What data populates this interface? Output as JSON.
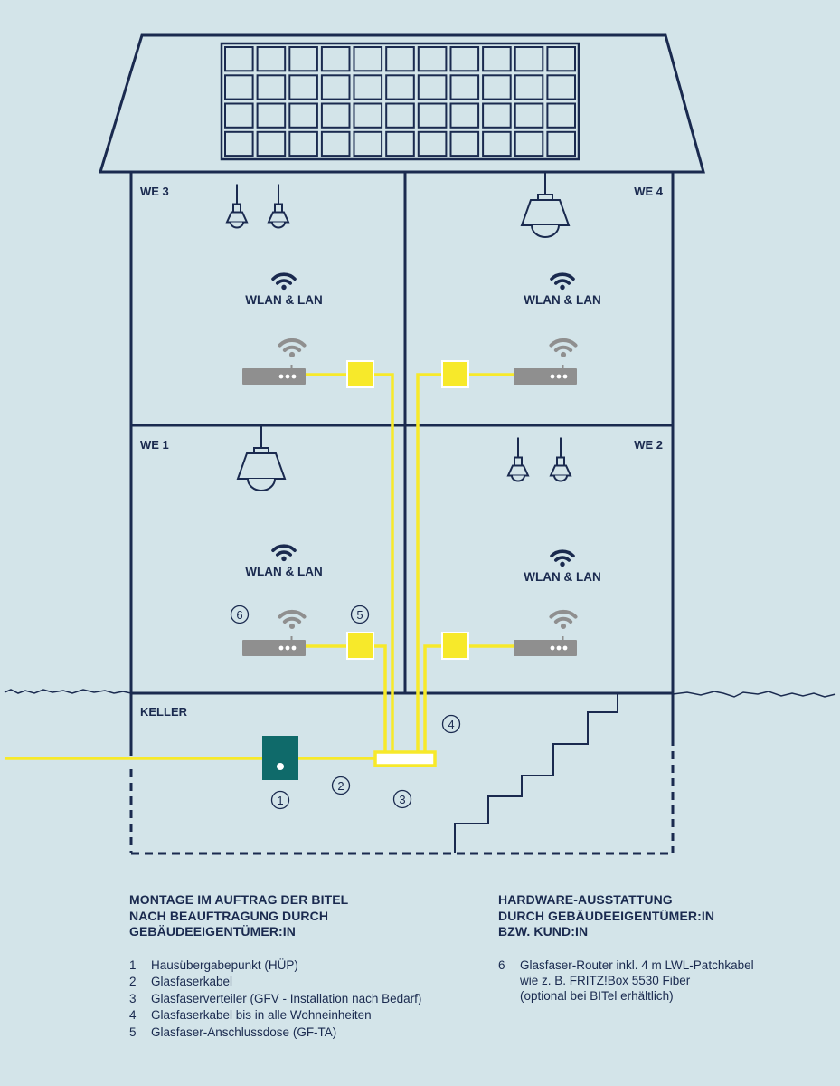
{
  "units": {
    "we3": "WE 3",
    "we4": "WE 4",
    "we1": "WE 1",
    "we2": "WE 2",
    "keller": "KELLER"
  },
  "wifi_label": "WLAN & LAN",
  "markers": {
    "m1": "1",
    "m2": "2",
    "m3": "3",
    "m4": "4",
    "m5": "5",
    "m6": "6"
  },
  "legend_left": {
    "heading": [
      "MONTAGE IM AUFTRAG DER BITEL",
      "NACH BEAUFTRAGUNG DURCH",
      "GEBÄUDEEIGENTÜMER:IN"
    ],
    "items": [
      {
        "num": "1",
        "text": "Hausübergabepunkt (HÜP)"
      },
      {
        "num": "2",
        "text": "Glasfaserkabel"
      },
      {
        "num": "3",
        "text": "Glasfaserverteiler (GFV - Installation nach Bedarf)"
      },
      {
        "num": "4",
        "text": "Glasfaserkabel bis in alle Wohneinheiten"
      },
      {
        "num": "5",
        "text": "Glasfaser-Anschlussdose (GF-TA)"
      }
    ]
  },
  "legend_right": {
    "heading": [
      "HARDWARE-AUSSTATTUNG",
      "DURCH GEBÄUDEEIGENTÜMER:IN",
      "BZW. KUND:IN"
    ],
    "items": [
      {
        "num": "6",
        "lines": [
          "Glasfaser-Router inkl. 4 m LWL-Patchkabel",
          "wie z. B. FRITZ!Box 5530 Fiber",
          "(optional bei BITel erhältlich)"
        ]
      }
    ]
  },
  "colors": {
    "background": "#d3e4e9",
    "outline": "#1a2a4f",
    "fiber": "#f7e92a",
    "router": "#8f8f8f",
    "hup": "#0f6a6a"
  },
  "icons": [
    "solar-panel-icon",
    "ceiling-lamp-icon",
    "wifi-icon",
    "router-icon",
    "fiber-socket-icon",
    "hup-box-icon",
    "distributor-icon",
    "staircase-icon"
  ]
}
